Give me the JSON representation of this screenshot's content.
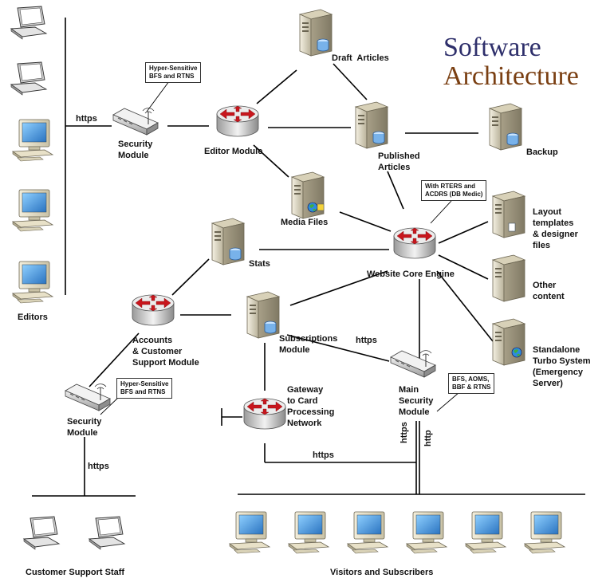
{
  "title": {
    "line1": "Software",
    "line2": "Architecture",
    "color1": "#2e2f6b",
    "color2": "#7a3f12"
  },
  "nodes": {
    "editors": "Editors",
    "security_module_top": [
      "Security",
      "Module"
    ],
    "editor_module": "Editor Module",
    "draft_articles": "Draft  Articles",
    "published_articles": [
      "Published",
      "Articles"
    ],
    "backup": "Backup",
    "media_files": "Media Files",
    "layout_templates": [
      "Layout",
      "templates",
      "& designer",
      "files"
    ],
    "other_content": [
      "Other",
      "content"
    ],
    "standalone_turbo": [
      "Standalone",
      "Turbo System",
      "(Emergency",
      "Server)"
    ],
    "website_core_engine": "Website Core Engine",
    "stats": "Stats",
    "accounts_module": [
      "Accounts",
      "& Customer",
      "Support Module"
    ],
    "subscriptions_module": [
      "Subscriptions",
      "Module"
    ],
    "main_security_module": [
      "Main",
      "Security",
      "Module"
    ],
    "gateway": [
      "Gateway",
      "to Card",
      "Processing",
      "Network"
    ],
    "security_module_bottom": [
      "Security",
      "Module"
    ],
    "customer_support_staff": "Customer Support Staff",
    "visitors_subscribers": "Visitors and Subscribers"
  },
  "callouts": {
    "top_security": [
      "Hyper-Sensitive",
      "BFS and RTNS"
    ],
    "bottom_security": [
      "Hyper-Sensitive",
      "BFS and RTNS"
    ],
    "core_engine": [
      "With RTERS and",
      "ACDRS (DB Medic)"
    ],
    "main_security": [
      "BFS, AOMS,",
      "BBF & RTNS"
    ]
  },
  "connection_labels": {
    "https_editors": "https",
    "https_subscriptions": "https",
    "https_customer": "https",
    "https_gateway": "https",
    "https_visitors": "https",
    "http_visitors": "http"
  },
  "colors": {
    "router_arrow": "#c8161d",
    "monitor_screen": "#4a9fd8",
    "server_body": "#e3ddc8"
  }
}
